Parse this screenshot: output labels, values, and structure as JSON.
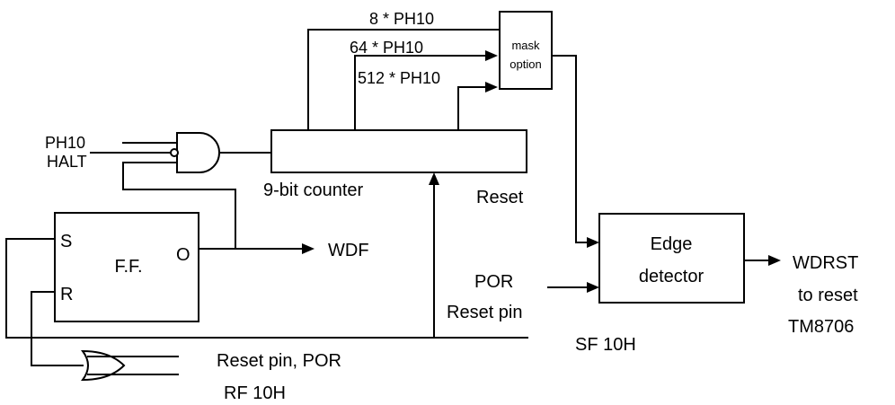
{
  "diagram": {
    "mask": {
      "line1": "mask",
      "line2": "option",
      "input_8": "8 * PH10",
      "input_64": "64 * PH10",
      "input_512": "512 * PH10"
    },
    "gate_inputs": {
      "ph10": "PH10",
      "halt": "HALT"
    },
    "counter": {
      "label": "9-bit counter",
      "reset_label": "Reset"
    },
    "flipflop": {
      "label": "F.F.",
      "set_pin": "S",
      "reset_pin": "R",
      "output_pin": "O"
    },
    "wdf": "WDF",
    "edge_detector": {
      "line1": "Edge",
      "line2": "detector"
    },
    "por": {
      "line1": "POR",
      "line2": "Reset pin"
    },
    "output": {
      "line1": "WDRST",
      "line2": "to reset",
      "line3": "TM8706"
    },
    "sf_label": "SF 10H",
    "or_gate": {
      "line1": "Reset pin, POR",
      "line2": "RF 10H"
    }
  }
}
